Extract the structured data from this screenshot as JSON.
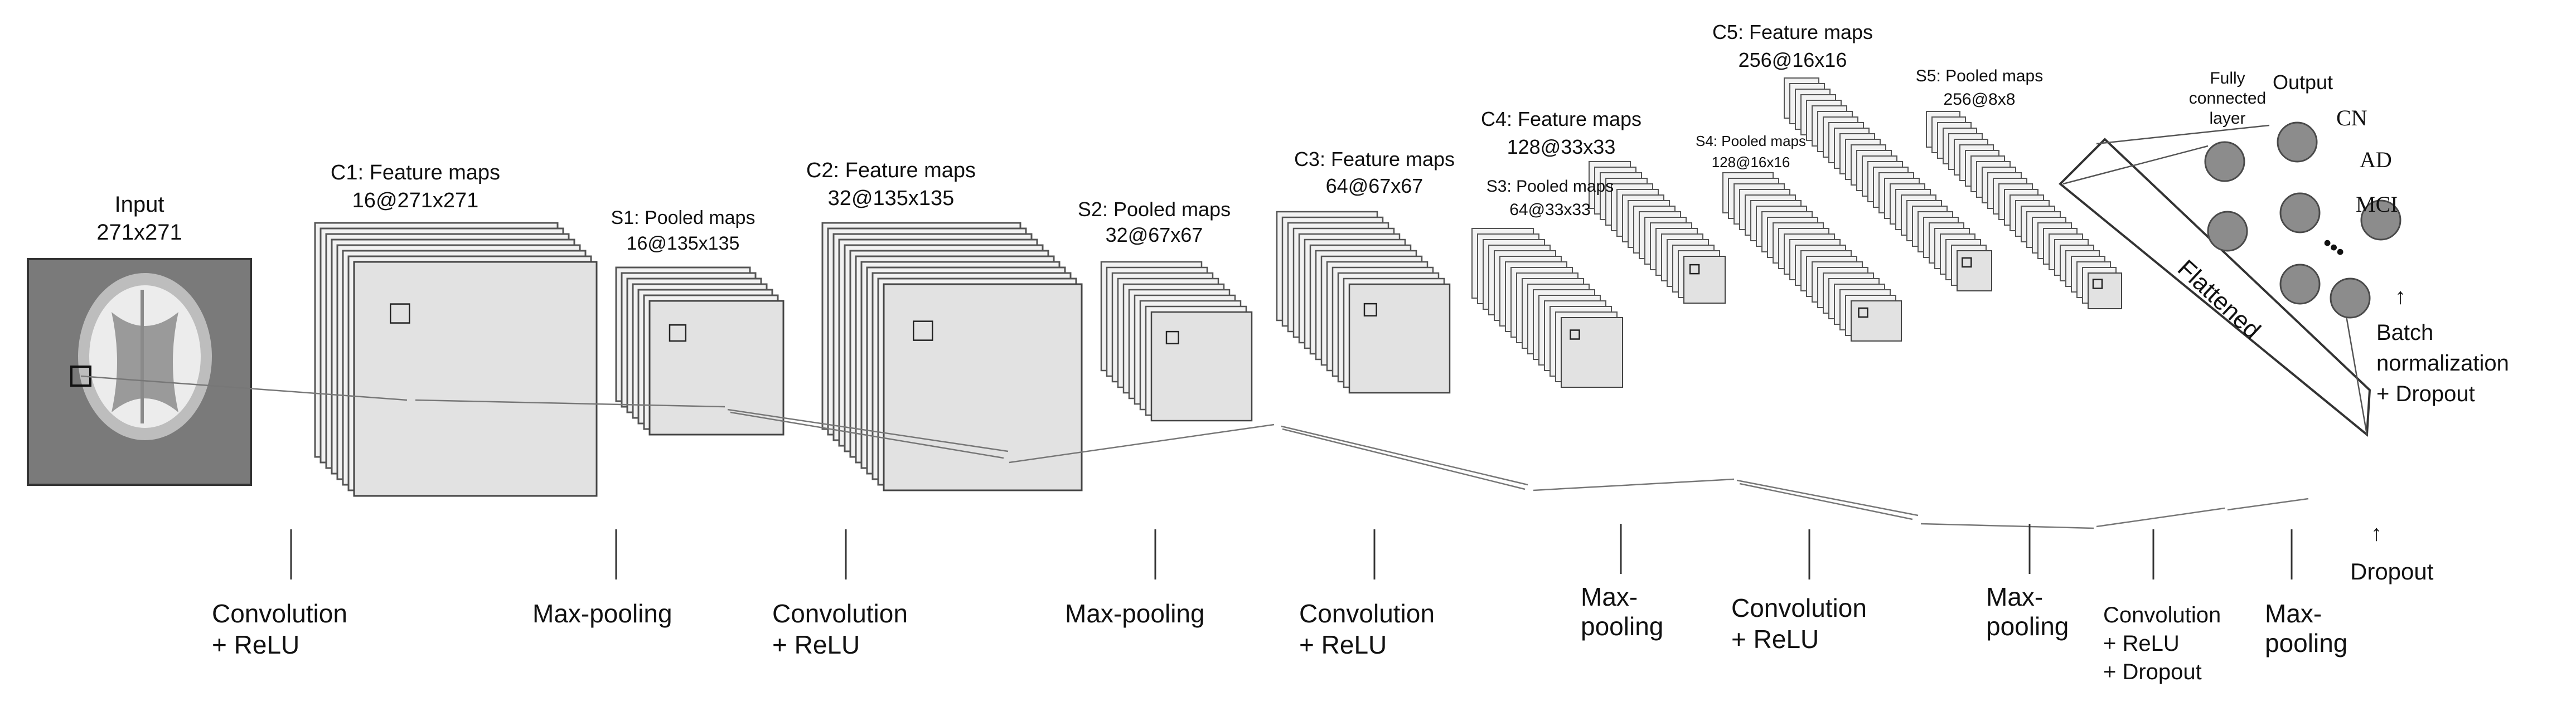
{
  "input": {
    "title": "Input",
    "size": "271x271"
  },
  "layers": [
    {
      "key": "c1",
      "name": "C1: Feature maps",
      "dims": "16@271x271"
    },
    {
      "key": "s1",
      "name": "S1: Pooled maps",
      "dims": "16@135x135"
    },
    {
      "key": "c2",
      "name": "C2: Feature maps",
      "dims": "32@135x135"
    },
    {
      "key": "s2",
      "name": "S2: Pooled maps",
      "dims": "32@67x67"
    },
    {
      "key": "c3",
      "name": "C3: Feature maps",
      "dims": "64@67x67"
    },
    {
      "key": "s3",
      "name": "S3: Pooled maps",
      "dims": "64@33x33"
    },
    {
      "key": "c4",
      "name": "C4: Feature maps",
      "dims": "128@33x33"
    },
    {
      "key": "s4",
      "name": "S4: Pooled maps",
      "dims": "128@16x16"
    },
    {
      "key": "c5",
      "name": "C5: Feature maps",
      "dims": "256@16x16"
    },
    {
      "key": "s5",
      "name": "S5: Pooled maps",
      "dims": "256@8x8"
    }
  ],
  "operations": [
    {
      "line1": "Convolution",
      "line2": "+ ReLU",
      "line3": ""
    },
    {
      "line1": "Max-pooling",
      "line2": "",
      "line3": ""
    },
    {
      "line1": "Convolution",
      "line2": "+ ReLU",
      "line3": ""
    },
    {
      "line1": "Max-pooling",
      "line2": "",
      "line3": ""
    },
    {
      "line1": "Convolution",
      "line2": "+ ReLU",
      "line3": ""
    },
    {
      "line1": "Max-",
      "line2": "pooling",
      "line3": ""
    },
    {
      "line1": "Convolution",
      "line2": "+ ReLU",
      "line3": ""
    },
    {
      "line1": "Max-",
      "line2": "pooling",
      "line3": ""
    },
    {
      "line1": "Convolution",
      "line2": "+ ReLU",
      "line3": "+ Dropout"
    },
    {
      "line1": "Max-",
      "line2": "pooling",
      "line3": ""
    }
  ],
  "flattened_label": "Flattened",
  "fc_label": {
    "line1": "Fully",
    "line2": "connected",
    "line3": "layer"
  },
  "output": {
    "title": "Output",
    "classes": [
      "CN",
      "AD",
      "MCI"
    ],
    "ellipsis": "•••"
  },
  "batch_norm": {
    "arrow": "↑",
    "line1": "Batch",
    "line2": "normalization",
    "line3": "+ Dropout"
  },
  "dropout": {
    "arrow": "↑",
    "label": "Dropout"
  },
  "colors": {
    "map_fill": "#d9d9d9",
    "map_edge": "#555555",
    "input_bg": "#7a7a7a",
    "neuron": "#8c8c8c",
    "text": "#111111"
  }
}
